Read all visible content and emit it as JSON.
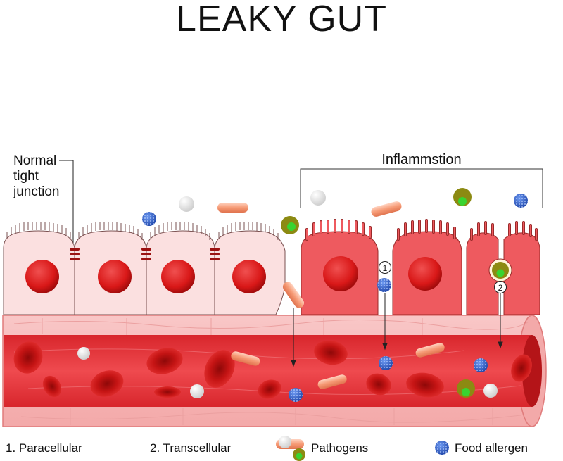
{
  "title": "LEAKY GUT",
  "labels": {
    "normal_tight_junction": [
      "Normal",
      "tight",
      "junction"
    ],
    "inflammation": "Inflammstion",
    "marker_1": "1",
    "marker_2": "2"
  },
  "legend": {
    "paracellular": "1. Paracellular",
    "transcellular": "2. Transcellular",
    "pathogens": "Pathogens",
    "food_allergen": "Food allergen"
  },
  "colors": {
    "healthy_cell": "#fbe0e0",
    "inflamed_cell": "#ee5a5f",
    "nucleus": "#d91818",
    "junction": "#9b1111",
    "vessel": "#e8343a",
    "vessel_wall": "#f7b8b8",
    "blood_cell": "#c90f0f",
    "bacteria": "#f6a07c",
    "pathogen_olive": "#8c8a12",
    "pathogen_green": "#39d430",
    "allergen": "#2e5fd0",
    "white_particle": "#e6e6e6"
  }
}
